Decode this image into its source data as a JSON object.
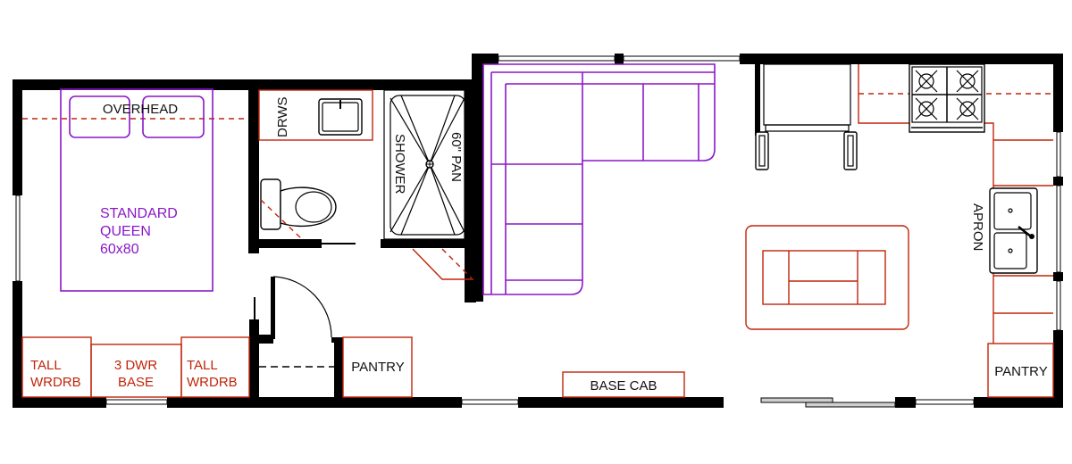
{
  "plan": {
    "type": "floor plan",
    "colors": {
      "wall": "#000000",
      "furniture": "#8a17c8",
      "cabinetry": "#c0250a",
      "fixtures": "#000000"
    }
  },
  "bedroom": {
    "bed_label_line1": "STANDARD",
    "bed_label_line2": "QUEEN",
    "bed_label_line3": "60x80",
    "overhead_label": "OVERHEAD",
    "tall_wardrobe_left_line1": "TALL",
    "tall_wardrobe_left_line2": "WRDRB",
    "dresser_line1": "3  DWR",
    "dresser_line2": "BASE",
    "tall_wardrobe_right_line1": "TALL",
    "tall_wardrobe_right_line2": "WRDRB"
  },
  "bathroom": {
    "vanity_label": "DRWS",
    "shower_label": "SHOWER",
    "shower_pan_label": "60\"  PAN"
  },
  "hall": {
    "pantry_label": "PANTRY"
  },
  "living": {
    "base_cab_label": "BASE  CAB"
  },
  "kitchen": {
    "sink_label": "APRON",
    "pantry_label": "PANTRY"
  }
}
